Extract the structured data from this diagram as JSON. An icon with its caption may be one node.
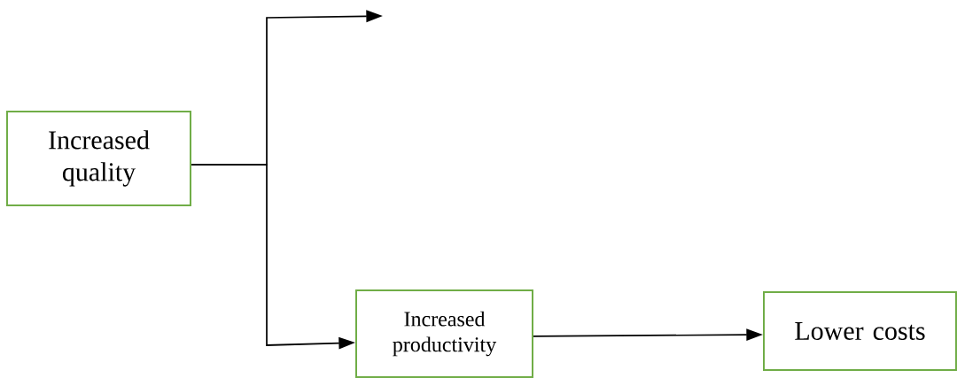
{
  "diagram": {
    "nodes": [
      {
        "text": [
          "Increased quality"
        ]
      },
      {
        "text": [
          "Increased productivity"
        ]
      },
      {
        "text": [
          "Lower costs"
        ]
      }
    ],
    "edges": [
      {
        "from": 0,
        "to": null,
        "arrow": "to"
      },
      {
        "from": 0,
        "to": 1,
        "arrow": "to"
      },
      {
        "from": 1,
        "to": 2,
        "arrow": "to"
      }
    ]
  }
}
